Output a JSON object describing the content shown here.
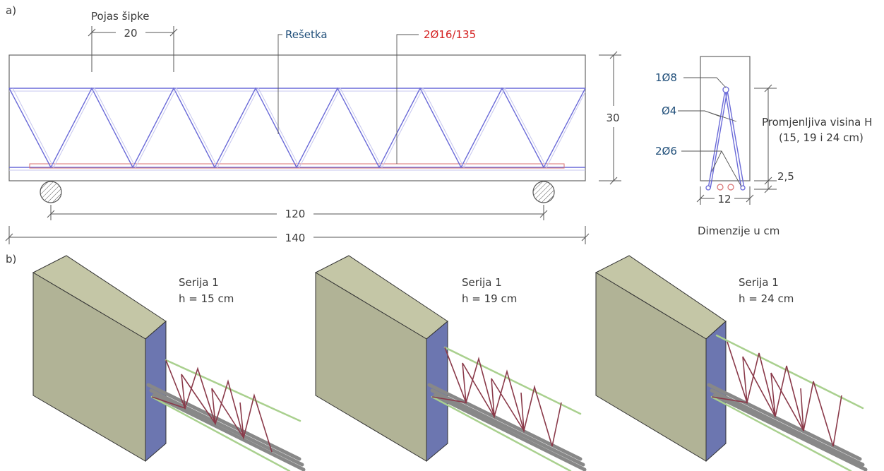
{
  "part_a": {
    "label": "a)",
    "elevation": {
      "dim_chord_spacing_title": "Pojas šipke",
      "dim_chord_spacing": "20",
      "truss_label": "Rešetka",
      "rebar_label": "2Ø16/135",
      "dim_height": "30",
      "dim_span": "120",
      "dim_length": "140"
    },
    "section": {
      "top_chord": "1Ø8",
      "diagonal": "Ø4",
      "bottom_chord": "2Ø6",
      "variable_height_line1": "Promjenljiva visina H",
      "variable_height_line2": "(15, 19 i 24 cm)",
      "dim_cover": "2,5",
      "dim_width": "12",
      "units_note": "Dimenzije u cm"
    }
  },
  "part_b": {
    "label": "b)",
    "models": [
      {
        "series": "Serija 1",
        "height": "h = 15 cm"
      },
      {
        "series": "Serija 1",
        "height": "h = 19 cm"
      },
      {
        "series": "Serija 1",
        "height": "h = 24 cm"
      }
    ]
  },
  "colors": {
    "blue_label": "#1f4e79",
    "red_label": "#d42020",
    "truss": "#6a6ad8",
    "concrete_face": "#b3b597",
    "concrete_side": "#6c76b0",
    "rebar_3d": "#8a3a4a",
    "chord_3d": "#a9d08e"
  }
}
